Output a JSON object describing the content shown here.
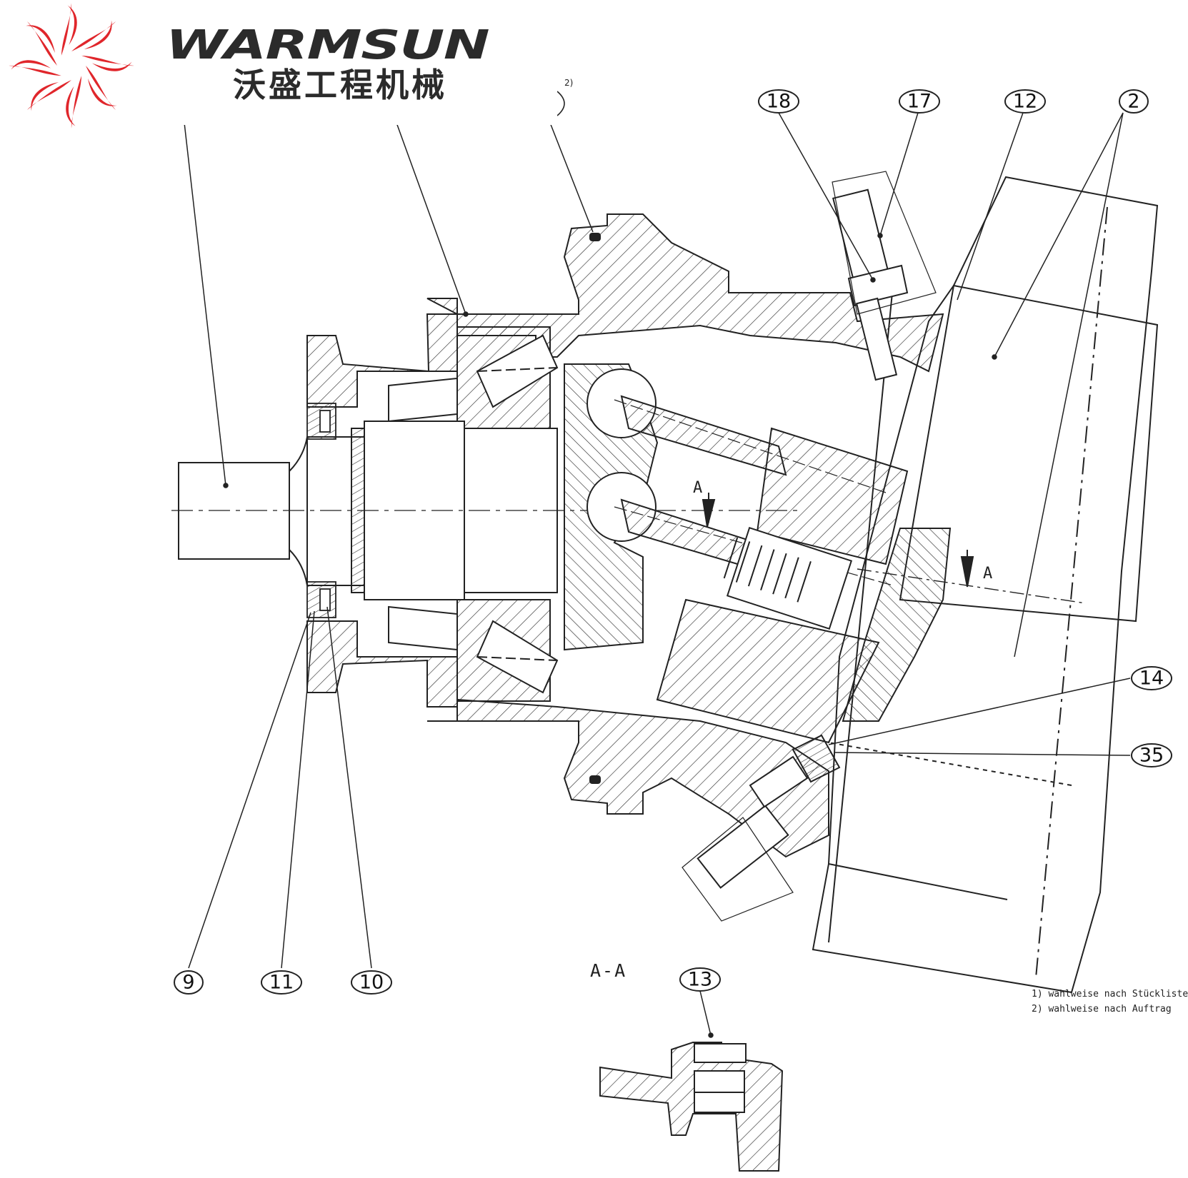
{
  "brand": {
    "name_en": "WARMSUN",
    "name_cn": "沃盛工程机械",
    "logo_color": "#e0262b",
    "text_color": "#2b2b2b"
  },
  "callouts": {
    "c18": "18",
    "c17": "17",
    "c12": "12",
    "c2": "2",
    "c14": "14",
    "c35": "35",
    "c9": "9",
    "c11": "11",
    "c10": "10",
    "c13": "13"
  },
  "section": {
    "label": "A-A",
    "marker_upper": "A",
    "marker_right": "A"
  },
  "footnote_marker": "2)",
  "notes": {
    "n1": "1) wahlweise nach Stückliste",
    "n2": "2) wahlweise nach Auftrag"
  },
  "colors": {
    "line": "#222222",
    "hatch": "#333333",
    "background": "#ffffff"
  }
}
